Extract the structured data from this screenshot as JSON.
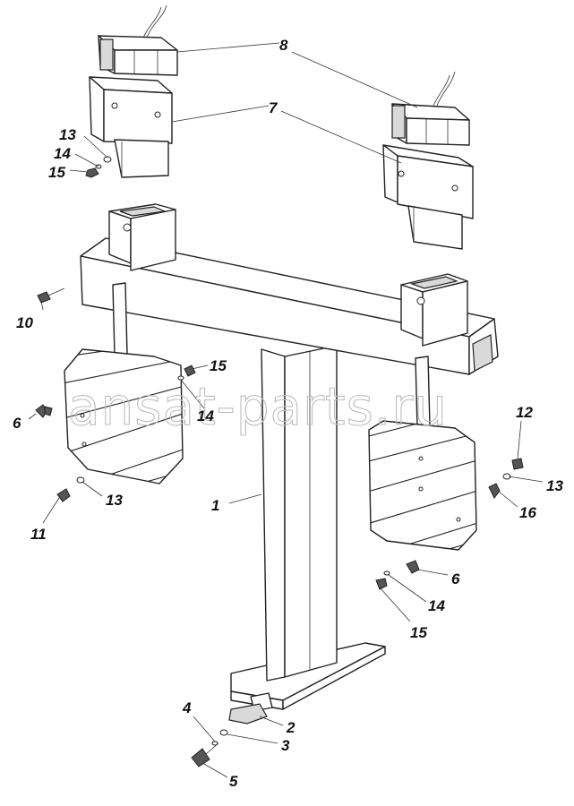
{
  "watermark": "ansat-parts.ru",
  "callouts": [
    {
      "id": "c8",
      "label": "8"
    },
    {
      "id": "c7",
      "label": "7"
    },
    {
      "id": "c13a",
      "label": "13"
    },
    {
      "id": "c14a",
      "label": "14"
    },
    {
      "id": "c15a",
      "label": "15"
    },
    {
      "id": "c10",
      "label": "10"
    },
    {
      "id": "c15b",
      "label": "15"
    },
    {
      "id": "c14b",
      "label": "14"
    },
    {
      "id": "c6a",
      "label": "6"
    },
    {
      "id": "c12",
      "label": "12"
    },
    {
      "id": "c13b",
      "label": "13"
    },
    {
      "id": "c13c",
      "label": "13"
    },
    {
      "id": "c16",
      "label": "16"
    },
    {
      "id": "c1",
      "label": "1"
    },
    {
      "id": "c11",
      "label": "11"
    },
    {
      "id": "c6b",
      "label": "6"
    },
    {
      "id": "c14c",
      "label": "14"
    },
    {
      "id": "c15c",
      "label": "15"
    },
    {
      "id": "c4",
      "label": "4"
    },
    {
      "id": "c2",
      "label": "2"
    },
    {
      "id": "c3",
      "label": "3"
    },
    {
      "id": "c5",
      "label": "5"
    }
  ]
}
